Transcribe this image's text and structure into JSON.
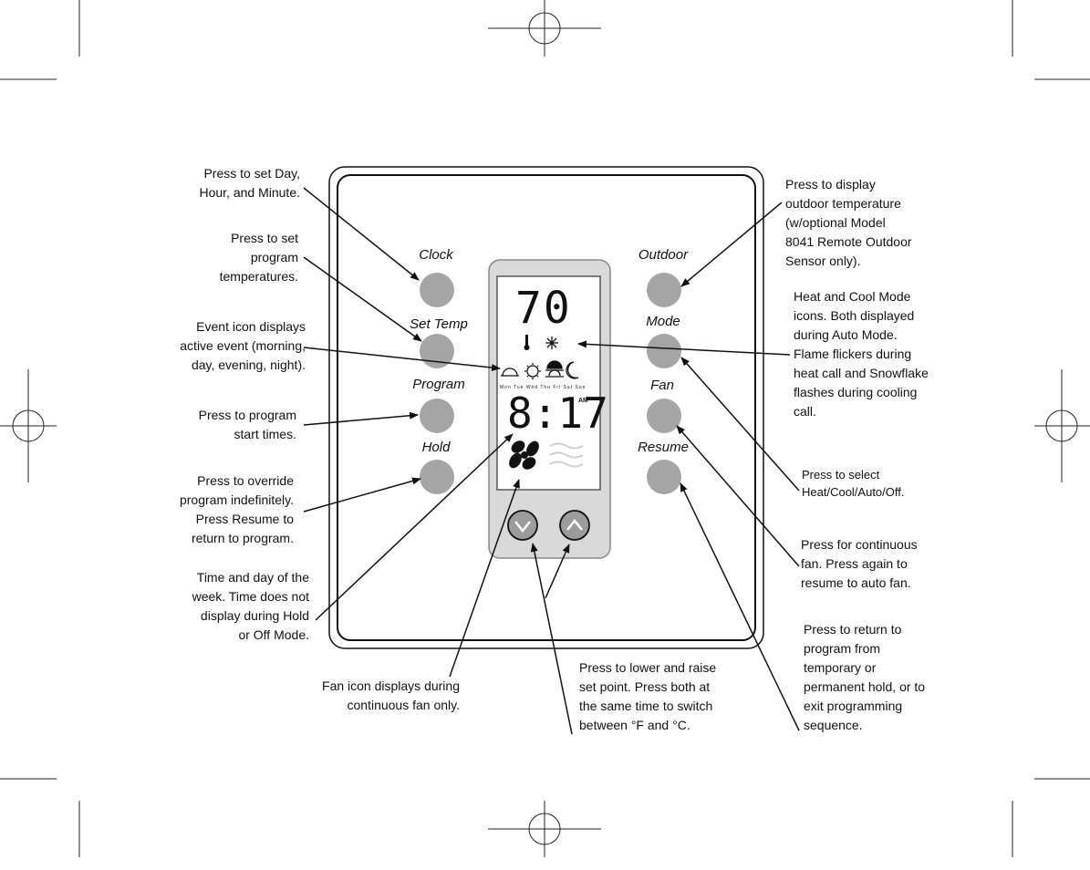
{
  "buttons": {
    "clock": "Clock",
    "set_temp": "Set Temp",
    "program": "Program",
    "hold": "Hold",
    "outdoor": "Outdoor",
    "mode": "Mode",
    "fan": "Fan",
    "resume": "Resume"
  },
  "display": {
    "temperature": "70",
    "time": "8:17",
    "ampm": "AM",
    "days": "Mon Tue Wed Thu Fri Sat Sun"
  },
  "annotations": {
    "clock": "Press to set Day,\nHour, and Minute.",
    "set_temp": "Press to set\nprogram\ntemperatures.",
    "event_icon": "Event icon displays\nactive event (morning,\nday, evening, night).",
    "program": "Press to program\nstart times.",
    "hold": "Press to override\nprogram indefinitely.\nPress Resume to\nreturn to program.",
    "time_day": "Time and day of the\nweek. Time does not\ndisplay during Hold\nor Off Mode.",
    "fan_icon": "Fan icon displays during\ncontinuous fan only.",
    "arrows": "Press to lower and raise\nset point. Press both at\nthe same time to switch\nbetween °F and °C.",
    "outdoor": "Press to display\noutdoor temperature\n(w/optional Model\n8041 Remote Outdoor\nSensor only).",
    "heat_cool": "Heat and Cool Mode\nicons.  Both displayed\nduring Auto Mode.\nFlame flickers during\nheat call and Snowflake\nflashes during cooling\ncall.",
    "mode": "Press to select\nHeat/Cool/Auto/Off.",
    "fan": "Press for continuous\nfan.  Press again to\nresume to auto fan.",
    "resume": "Press to return to\nprogram from\ntemporary or\npermanent hold, or to\nexit programming\nsequence."
  }
}
